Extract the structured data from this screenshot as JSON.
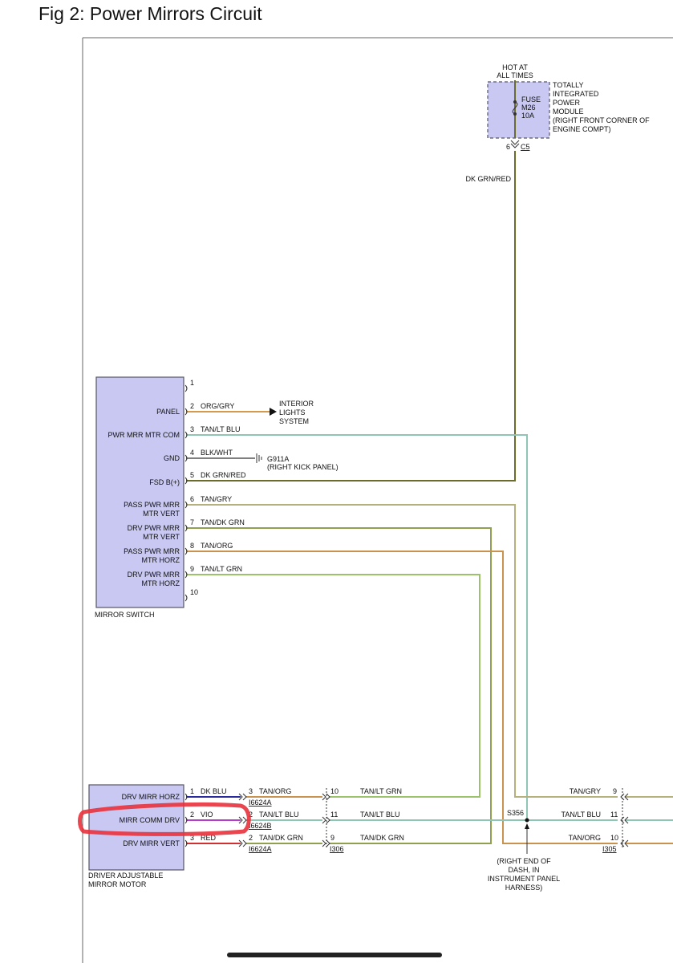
{
  "title": "Fig 2: Power Mirrors Circuit",
  "colors": {
    "module_fill": "#c8c8f2",
    "module_stroke": "#555566",
    "highlight": "#e8323c",
    "dk_grn_red": "#6b6b2a",
    "tan_lt_blu": "#8fc5b5",
    "org_gry": "#d69a4e",
    "tan_gry": "#b6b07c",
    "tan_dk_grn": "#8fa150",
    "tan_org": "#c9924e",
    "tan_lt_grn": "#9cc36b",
    "dk_blu": "#2a2aa0",
    "vio": "#b43cc8",
    "red": "#d03030",
    "blk_wht": "#555555"
  },
  "fuse": {
    "header_line1": "HOT AT",
    "header_line2": "ALL TIMES",
    "label_line1": "FUSE",
    "label_line2": "M26",
    "label_line3": "10A",
    "module_lines": [
      "TOTALLY",
      "INTEGRATED",
      "POWER",
      "MODULE",
      "(RIGHT FRONT CORNER OF",
      "ENGINE COMPT)"
    ],
    "pin": "6",
    "connector": "C5",
    "wire": "DK GRN/RED"
  },
  "mirror_switch": {
    "name": "MIRROR SWITCH",
    "pins": [
      {
        "pin": "1",
        "label": "",
        "wire": ""
      },
      {
        "pin": "2",
        "label": "PANEL",
        "wire": "ORG/GRY"
      },
      {
        "pin": "3",
        "label": "PWR MRR MTR COM",
        "wire": "TAN/LT BLU"
      },
      {
        "pin": "4",
        "label": "GND",
        "wire": "BLK/WHT"
      },
      {
        "pin": "5",
        "label": "FSD B(+)",
        "wire": "DK GRN/RED"
      },
      {
        "pin": "6",
        "label_line1": "PASS PWR MRR",
        "label_line2": "MTR VERT",
        "wire": "TAN/GRY"
      },
      {
        "pin": "7",
        "label_line1": "DRV PWR MRR",
        "label_line2": "MTR VERT",
        "wire": "TAN/DK GRN"
      },
      {
        "pin": "8",
        "label_line1": "PASS PWR MRR",
        "label_line2": "MTR HORZ",
        "wire": "TAN/ORG"
      },
      {
        "pin": "9",
        "label_line1": "DRV PWR MRR",
        "label_line2": "MTR HORZ",
        "wire": "TAN/LT GRN"
      },
      {
        "pin": "10",
        "label": "",
        "wire": ""
      }
    ]
  },
  "interior_lights": [
    "INTERIOR",
    "LIGHTS",
    "SYSTEM"
  ],
  "ground": {
    "name": "G911A",
    "location": "(RIGHT KICK PANEL)"
  },
  "motor": {
    "name_line1": "DRIVER ADJUSTABLE",
    "name_line2": "MIRROR MOTOR",
    "pins": [
      {
        "pin": "1",
        "label": "DRV MIRR HORZ",
        "wire": "DK BLU"
      },
      {
        "pin": "2",
        "label": "MIRR COMM DRV",
        "wire": "VIO"
      },
      {
        "pin": "3",
        "label": "DRV MIRR VERT",
        "wire": "RED"
      }
    ]
  },
  "connector_a": [
    {
      "pin": "3",
      "wire": "TAN/ORG",
      "name": "I6624A"
    },
    {
      "pin": "2",
      "wire": "TAN/LT BLU",
      "name": "I6624B"
    },
    {
      "pin": "2",
      "wire": "TAN/DK GRN",
      "name": "I6624A"
    }
  ],
  "connector_b": {
    "name": "I306",
    "rows": [
      {
        "pin": "10",
        "wire": "TAN/LT GRN"
      },
      {
        "pin": "11",
        "wire": "TAN/LT BLU"
      },
      {
        "pin": "9",
        "wire": "TAN/DK GRN"
      }
    ]
  },
  "splice": {
    "name": "S356",
    "location": [
      "(RIGHT END OF",
      "DASH, IN",
      "INSTRUMENT PANEL",
      "HARNESS)"
    ]
  },
  "connector_c": {
    "name": "I305",
    "rows": [
      {
        "pin": "9",
        "wire": "TAN/GRY"
      },
      {
        "pin": "11",
        "wire": "TAN/LT BLU"
      },
      {
        "pin": "10",
        "wire": "TAN/ORG"
      }
    ]
  }
}
